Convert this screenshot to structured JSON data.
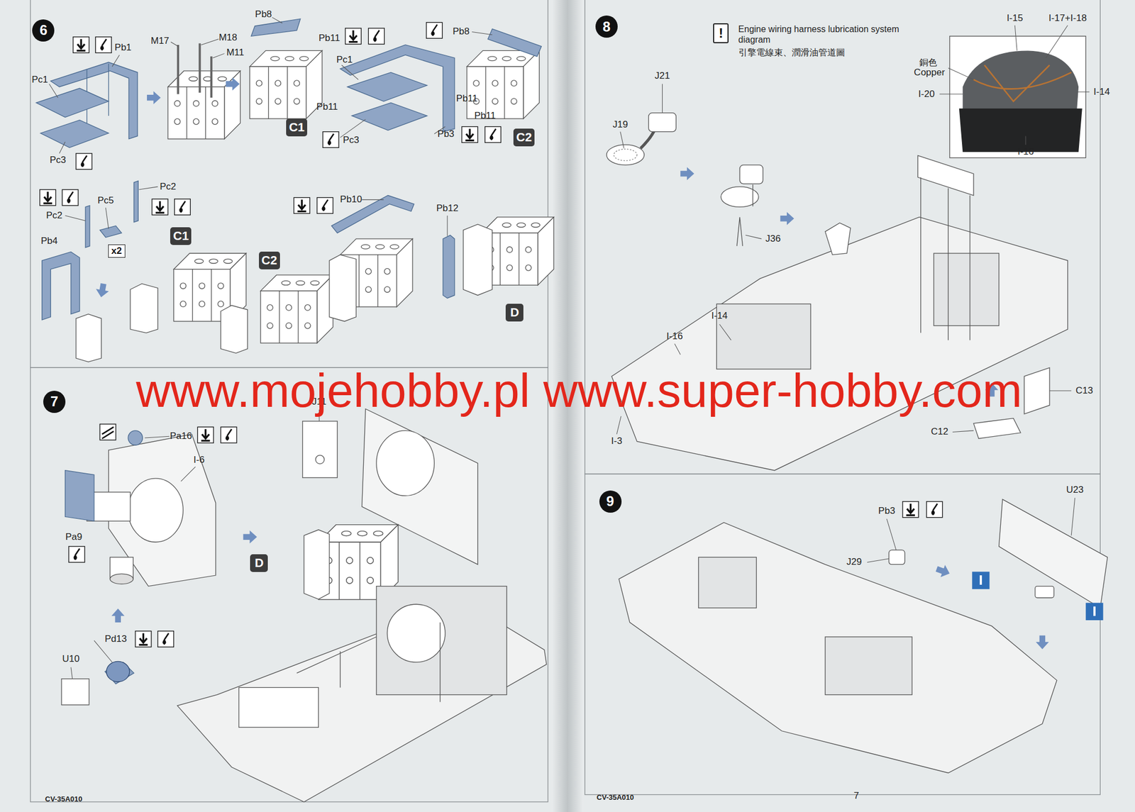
{
  "diagram": {
    "nodes": [
      {
        "text": [
          "6"
        ]
      },
      {
        "text": [
          "C1"
        ]
      },
      {
        "text": [
          "C2"
        ]
      },
      {
        "text": [
          "x2"
        ]
      },
      {
        "text": [
          "C1"
        ]
      },
      {
        "text": [
          "C2"
        ]
      },
      {
        "text": [
          "D"
        ]
      },
      {
        "text": [
          "7"
        ]
      },
      {
        "text": [
          "D"
        ]
      },
      {
        "text": [
          "8"
        ]
      },
      {
        "text": [
          "!"
        ]
      },
      {
        "text": [
          "9"
        ]
      }
    ],
    "labels": [
      "Pb1",
      "Pc1",
      "M17",
      "M18",
      "M11",
      "Pb8",
      "Pb11",
      "Pc1",
      "Pb11",
      "Pc3",
      "Pc3",
      "Pb8",
      "Pb11",
      "Pb11",
      "Pb3",
      "Pc2",
      "Pc5",
      "Pc2",
      "Pb4",
      "Pb10",
      "Pb12",
      "Pa16",
      "I-6",
      "J11",
      "Pa9",
      "Pd13",
      "U10",
      "Engine wiring harness lubrication system diagram",
      "引擎電線束、潤滑油管道圖",
      "I-15",
      "I-17+I-18",
      "銅色",
      "Copper",
      "I-20",
      "I-14",
      "I-16",
      "J21",
      "J19",
      "J36",
      "I-14",
      "I-16",
      "I-3",
      "C13",
      "C12",
      "Pb3",
      "J29",
      "U23",
      "www.mojehobby.pl www.super-hobby.com",
      "CV-35A010",
      "CV-35A010",
      "7"
    ]
  }
}
